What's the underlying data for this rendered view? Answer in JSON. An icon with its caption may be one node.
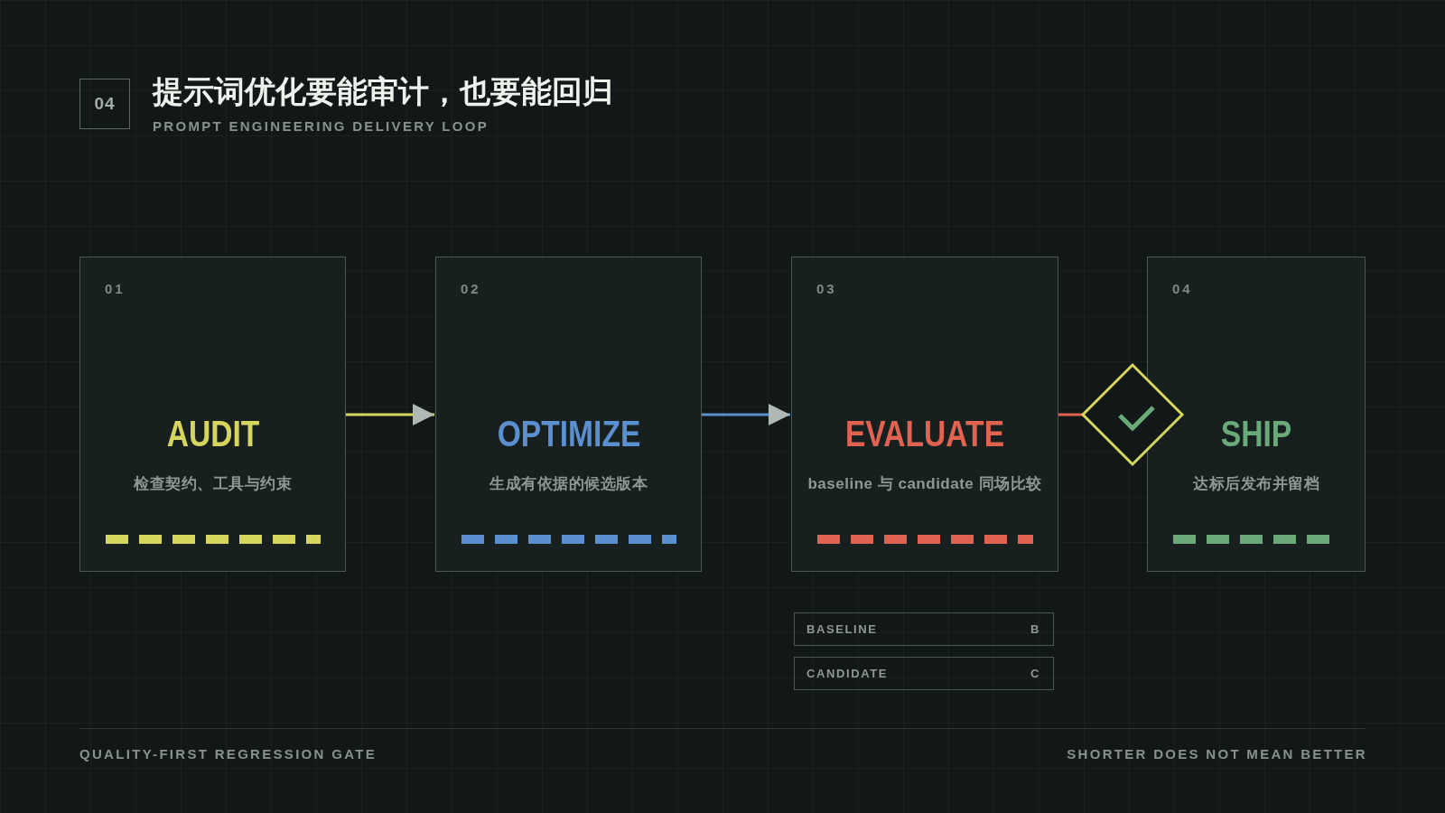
{
  "diagram": {
    "title": "提示词优化要能审计，也要能回归",
    "nodes": [
      {
        "text": [
          "04"
        ]
      },
      {
        "text": [
          "01",
          "AUDIT",
          "检查契约、工具与约束"
        ]
      },
      {
        "text": [
          "02",
          "OPTIMIZE",
          "生成有依据的候选版本"
        ]
      },
      {
        "text": [
          "03",
          "EVALUATE",
          "baseline 与 candidate 同场比较"
        ]
      },
      {
        "text": [],
        "shape": "diamond"
      },
      {
        "text": [
          "04",
          "SHIP",
          "达标后发布并留档"
        ]
      },
      {
        "text": [
          "BASELINE",
          "B"
        ]
      },
      {
        "text": [
          "CANDIDATE",
          "C"
        ]
      }
    ],
    "edges": [
      {
        "from": 1,
        "to": 2,
        "arrow": "to",
        "color": "#d6d65e"
      },
      {
        "from": 2,
        "to": 3,
        "arrow": "to",
        "color": "#5b8fd0"
      },
      {
        "from": 3,
        "to": 4,
        "arrow": "none",
        "color": "#e06352"
      }
    ],
    "labels": [
      "PROMPT ENGINEERING DELIVERY LOOP",
      "QUALITY-FIRST REGRESSION GATE",
      "SHORTER DOES NOT MEAN BETTER"
    ]
  }
}
